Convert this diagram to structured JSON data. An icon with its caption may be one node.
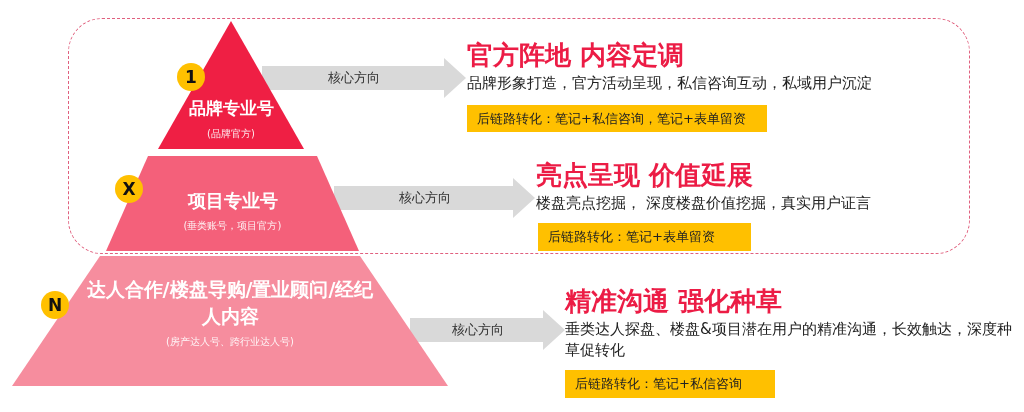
{
  "diagram": {
    "nodes": [
      {
        "text": [],
        "shape": "box"
      },
      {
        "text": [
          "1"
        ],
        "in": 0
      },
      {
        "text": [
          "品牌专业号",
          "(品牌官方)"
        ],
        "in": 0
      },
      {
        "text": [
          "官方阵地 内容定调",
          "品牌形象打造，官方活动呈现，私信咨询互动，私域用户沉淀"
        ],
        "in": 0
      },
      {
        "text": [
          "后链路转化：笔记+私信咨询，笔记+表单留资"
        ],
        "in": 0
      },
      {
        "text": [
          "X"
        ],
        "in": 0
      },
      {
        "text": [
          "项目专业号",
          "(垂类账号，项目官方)"
        ],
        "in": 0
      },
      {
        "text": [
          "亮点呈现 价值延展",
          "楼盘亮点挖掘， 深度楼盘价值挖掘，真实用户证言"
        ],
        "in": 0
      },
      {
        "text": [
          "后链路转化：笔记+表单留资"
        ],
        "in": 0
      },
      {
        "text": [
          "N"
        ]
      },
      {
        "text": [
          "达人合作/楼盘导购/置业顾问/经纪人内容",
          "(房产达人号、跨行业达人号)"
        ]
      },
      {
        "text": [
          "精准沟通 强化种草",
          "垂类达人探盘、楼盘&项目潜在用户的精准沟通，长效触达，深度种草促转化"
        ]
      },
      {
        "text": [
          "后链路转化：笔记+私信咨询"
        ]
      }
    ],
    "edges": [
      {
        "from": 2,
        "to": 3,
        "arrow": "to",
        "label": "核心方向"
      },
      {
        "from": 6,
        "to": 7,
        "arrow": "to",
        "label": "核心方向"
      },
      {
        "from": 10,
        "to": 11,
        "arrow": "to",
        "label": "核心方向"
      }
    ]
  }
}
